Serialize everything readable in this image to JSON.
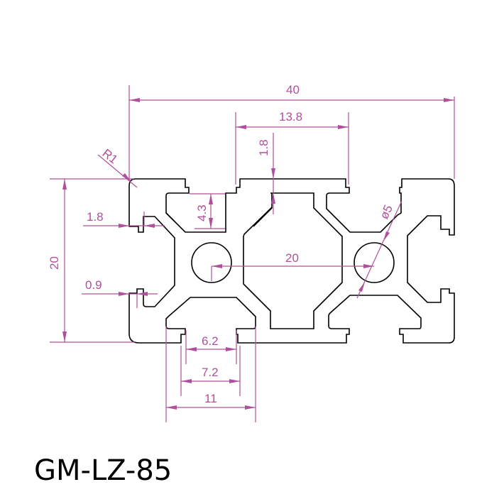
{
  "title": "GM-LZ-85",
  "colors": {
    "outline": "#000000",
    "dimension": "#b0509a",
    "background": "#ffffff"
  },
  "dimensions": {
    "overall_width": "40",
    "overall_height": "20",
    "top_slot_width": "13.8",
    "top_lip_thickness": "1.8",
    "corner_radius": "R1",
    "slot_depth": "4.3",
    "side_lip_thickness": "1.8",
    "side_lip_gap": "0.9",
    "center_distance": "20",
    "bore_diameter": "ø5",
    "slot_opening": "6.2",
    "slot_inner": "7.2",
    "slot_width": "11"
  }
}
